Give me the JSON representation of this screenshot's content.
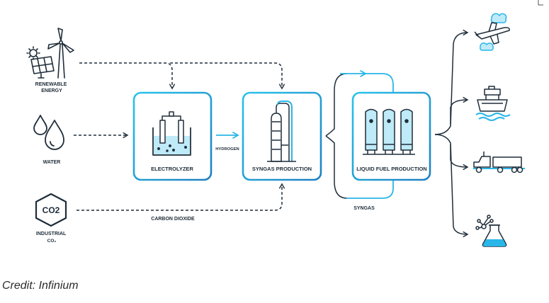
{
  "inputs": {
    "renewable": "RENEWABLE\nENERGY",
    "water": "WATER",
    "co2_icon": "CO2",
    "industrial": "INDUSTRIAL\nCO₂"
  },
  "boxes": {
    "electrolyzer": "ELECTROLYZER",
    "syngas_production": "SYNGAS PRODUCTION",
    "liquid_fuel": "LIQUID FUEL PRODUCTION"
  },
  "flows": {
    "hydrogen": "HYDROGEN",
    "carbon_dioxide": "CARBON DIOXIDE",
    "syngas": "SYNGAS"
  },
  "outputs": [
    "airplane-icon",
    "ship-icon",
    "truck-icon",
    "chemicals-icon"
  ],
  "credit": "Credit: Infinium",
  "colors": {
    "accent": "#29b6e8",
    "dark": "#1f2d3a",
    "box_stroke": "#2bb3e3"
  }
}
